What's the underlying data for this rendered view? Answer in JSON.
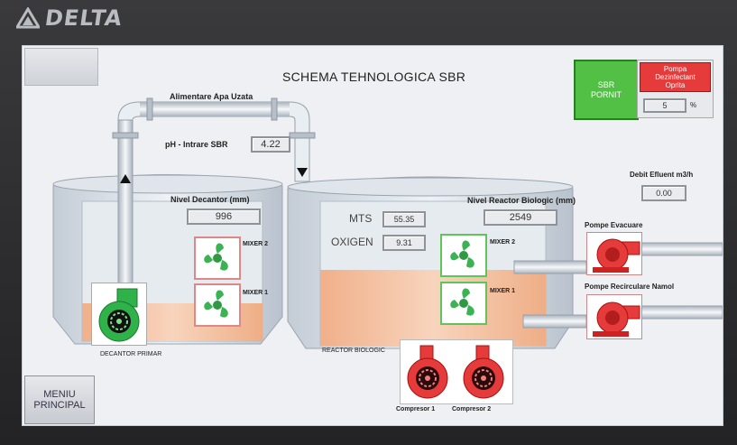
{
  "brand": {
    "name": "DELTA"
  },
  "screen": {
    "title": "SCHEMA TEHNOLOGICA SBR",
    "feed_label": "Alimentare Apa Uzata",
    "ph_label": "pH - Intrare SBR",
    "ph_value": "4.22",
    "sbr_button": {
      "line1": "SBR",
      "line2": "PORNIT"
    },
    "pompa_button": {
      "line1": "Pompa",
      "line2": "Dezinfectant",
      "line3": "Oprita"
    },
    "pompa_percent": {
      "value": "5",
      "unit": "%"
    },
    "debit_label": "Debit Efluent m3/h",
    "debit_value": "0.00",
    "decantor": {
      "level_label": "Nivel Decantor (mm)",
      "level_value": "996",
      "name": "DECANTOR PRIMAR",
      "mixer2": "MIXER 2",
      "mixer1": "MIXER 1"
    },
    "reactor": {
      "level_label": "Nivel Reactor Biologic (mm)",
      "level_value": "2549",
      "mts_label": "MTS",
      "mts_value": "55.35",
      "oxigen_label": "OXIGEN",
      "oxigen_value": "9.31",
      "name": "REACTOR BIOLOGIC",
      "mixer2": "MIXER 2",
      "mixer1": "MIXER 1"
    },
    "pompe_evacuare": "Pompe Evacuare",
    "pompe_recirculare": "Pompe Recirculare Namol",
    "compresor1": "Compresor 1",
    "compresor2": "Compresor 2",
    "menu_button": {
      "line1": "MENIU",
      "line2": "PRINCIPAL"
    }
  },
  "colors": {
    "running": "#52c044",
    "stopped": "#e53b3b",
    "water": "#f2b48e",
    "pipe": "#d6dde4"
  }
}
